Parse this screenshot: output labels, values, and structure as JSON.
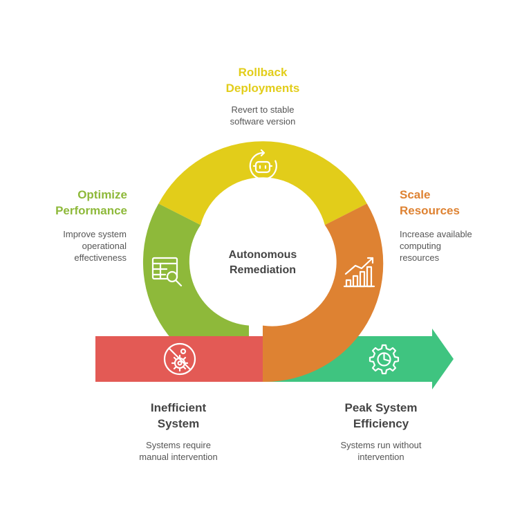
{
  "colors": {
    "rollback": "#e2cd1a",
    "optimize": "#8eb93a",
    "scale": "#de8232",
    "inefficient": "#e35a55",
    "peak": "#3fc480",
    "text_dark": "#444444",
    "text_desc": "#555555"
  },
  "center": {
    "title_line1": "Autonomous",
    "title_line2": "Remediation"
  },
  "rollback": {
    "title_line1": "Rollback",
    "title_line2": "Deployments",
    "desc_line1": "Revert to stable",
    "desc_line2": "software version",
    "icon": "robot-refresh-icon"
  },
  "optimize": {
    "title_line1": "Optimize",
    "title_line2": "Performance",
    "desc_line1": "Improve system",
    "desc_line2": "operational",
    "desc_line3": "effectiveness",
    "icon": "table-search-icon"
  },
  "scale": {
    "title_line1": "Scale",
    "title_line2": "Resources",
    "desc_line1": "Increase available",
    "desc_line2": "computing",
    "desc_line3": "resources",
    "icon": "growth-chart-icon"
  },
  "inefficient": {
    "title_line1": "Inefficient",
    "title_line2": "System",
    "desc_line1": "Systems require",
    "desc_line2": "manual intervention",
    "icon": "broken-gear-icon"
  },
  "peak": {
    "title_line1": "Peak System",
    "title_line2": "Efficiency",
    "desc_line1": "Systems run without",
    "desc_line2": "intervention",
    "icon": "gear-pie-icon"
  }
}
